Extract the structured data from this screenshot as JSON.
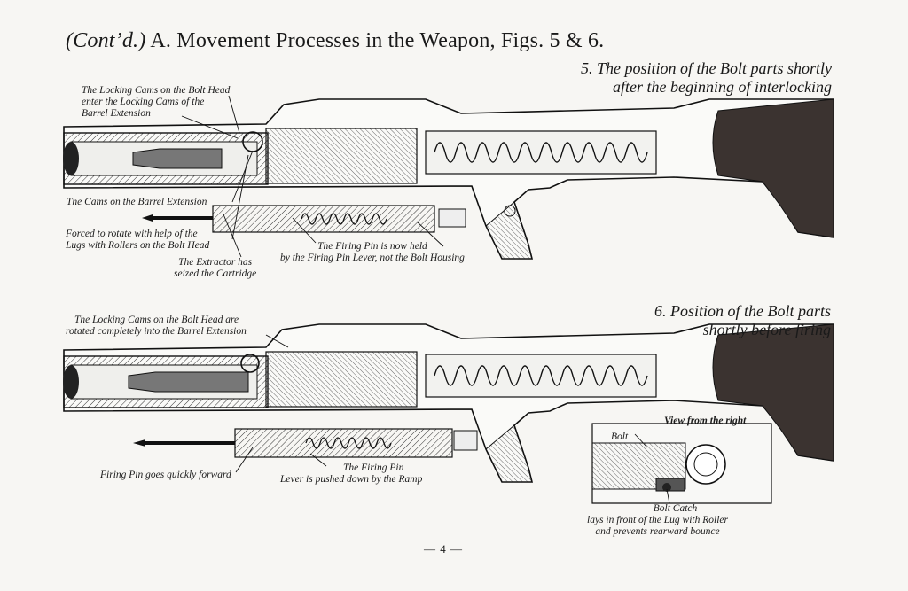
{
  "page": {
    "title_prefix": "(Cont’d.)",
    "title_main": "A. Movement Processes in the Weapon, Figs. 5 & 6.",
    "page_number": "— 4 —"
  },
  "figure5": {
    "caption_line1": "5. The position of the Bolt parts shortly",
    "caption_line2": "after the beginning of interlocking",
    "labels": {
      "locking_cams_l1": "The Locking Cams on the Bolt Head",
      "locking_cams_l2": "enter the Locking Cams of the",
      "locking_cams_l3": "Barrel Extension",
      "cams_barrel": "The Cams on the Barrel Extension",
      "forced_l1": "Forced to rotate with help of the",
      "forced_l2": "Lugs with Rollers on the Bolt Head",
      "extractor_l1": "The Extractor has",
      "extractor_l2": "seized the Cartridge",
      "firing_pin_held_l1": "The Firing Pin is now held",
      "firing_pin_held_l2": "by the Firing Pin Lever, not the Bolt Housing"
    }
  },
  "figure6": {
    "caption_line1": "6. Position of the Bolt parts",
    "caption_line2": "shortly before firing",
    "labels": {
      "rotated_l1": "The Locking Cams on the Bolt Head are",
      "rotated_l2": "rotated completely into the Barrel Extension",
      "firing_pin_forward": "Firing Pin goes quickly forward",
      "lever_pushed_l1": "The Firing Pin",
      "lever_pushed_l2": "Lever is pushed down by the Ramp"
    },
    "inset": {
      "title": "View from the right",
      "bolt": "Bolt",
      "catch_l1": "Bolt Catch",
      "catch_l2": "lays in front of the Lug with Roller",
      "catch_l3": "and prevents rearward bounce"
    }
  }
}
